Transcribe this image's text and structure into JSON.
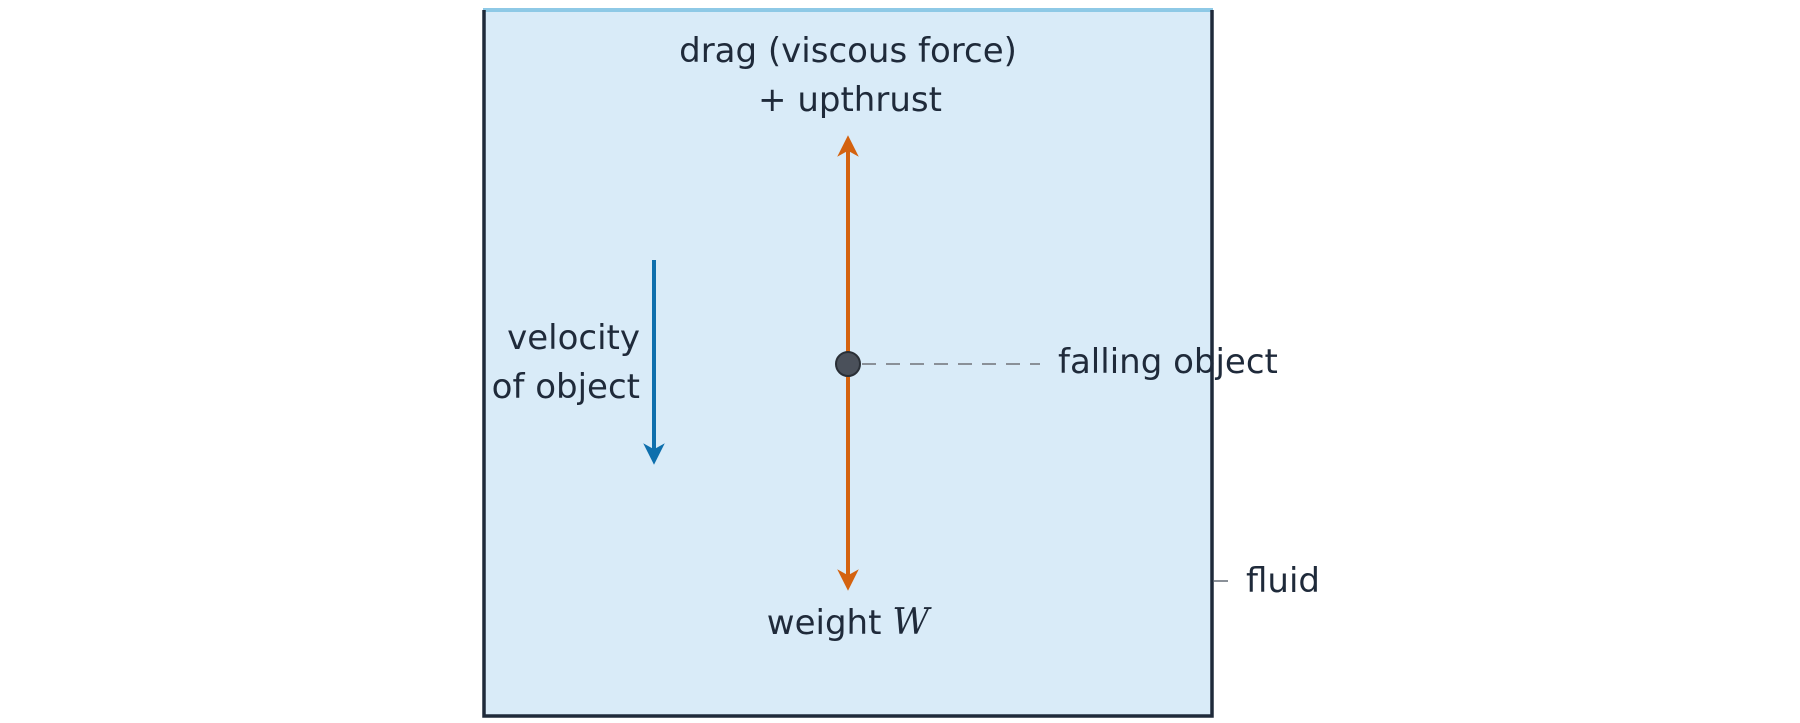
{
  "labels": {
    "drag_line1": "drag (viscous force)",
    "drag_line2": "+ upthrust",
    "weight_text": "weight ",
    "weight_symbol": "W",
    "velocity_line1": "velocity",
    "velocity_line2": "of object",
    "falling_object": "falling object",
    "fluid": "fluid"
  },
  "colors": {
    "fluid_fill": "#d9ebf8",
    "fluid_surface": "#8ec9e6",
    "container": "#1f2a3a",
    "force_arrows": "#d4620f",
    "velocity_arrow": "#0e6fad",
    "object": "#4a505a",
    "leader_line": "#8a9098",
    "text": "#1f2a3a"
  }
}
